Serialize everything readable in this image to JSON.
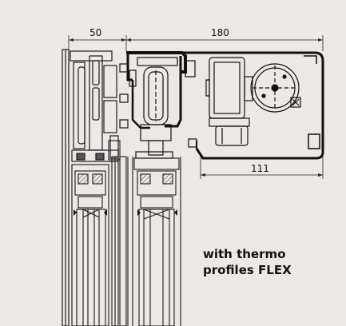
{
  "dimensions": {
    "left_width": "50",
    "total_width": "180",
    "housing_width": "111"
  },
  "caption": {
    "line1": "with thermo",
    "line2": "profiles FLEX"
  }
}
